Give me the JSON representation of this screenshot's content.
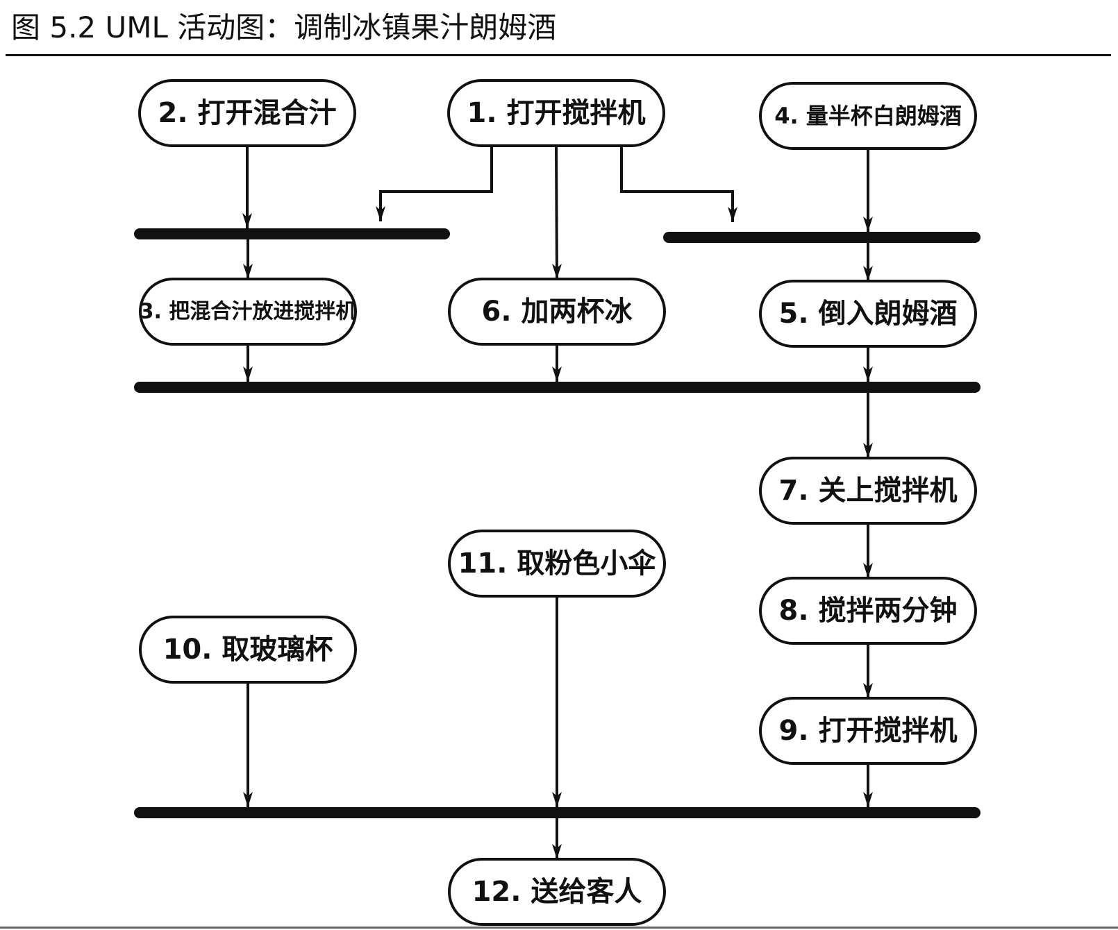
{
  "caption": "图 5.2 UML 活动图：调制冰镇果汁朗姆酒",
  "activities": [
    {
      "id": "a1",
      "label": "1. 打开搅拌机"
    },
    {
      "id": "a2",
      "label": "2. 打开混合汁"
    },
    {
      "id": "a3",
      "label": "3. 把混合汁放进搅拌机"
    },
    {
      "id": "a4",
      "label": "4. 量半杯白朗姆酒"
    },
    {
      "id": "a5",
      "label": "5. 倒入朗姆酒"
    },
    {
      "id": "a6",
      "label": "6. 加两杯冰"
    },
    {
      "id": "a7",
      "label": "7. 关上搅拌机"
    },
    {
      "id": "a8",
      "label": "8. 搅拌两分钟"
    },
    {
      "id": "a9",
      "label": "9. 打开搅拌机"
    },
    {
      "id": "a10",
      "label": "10. 取玻璃杯"
    },
    {
      "id": "a11",
      "label": "11. 取粉色小伞"
    },
    {
      "id": "a12",
      "label": "12. 送给客人"
    }
  ],
  "sync_bars": [
    {
      "id": "b1",
      "inputs": [
        "a2",
        "a1"
      ],
      "outputs": [
        "a3"
      ]
    },
    {
      "id": "b2",
      "inputs": [
        "a1",
        "a4"
      ],
      "outputs": [
        "a5"
      ]
    },
    {
      "id": "b3",
      "inputs": [
        "a3",
        "a6",
        "a5"
      ],
      "outputs": [
        "a7"
      ]
    },
    {
      "id": "b4",
      "inputs": [
        "a10",
        "a11",
        "a9"
      ],
      "outputs": [
        "a12"
      ]
    }
  ],
  "flows": [
    {
      "from": "a1",
      "to": "a6"
    },
    {
      "from": "a7",
      "to": "a8"
    },
    {
      "from": "a8",
      "to": "a9"
    }
  ]
}
